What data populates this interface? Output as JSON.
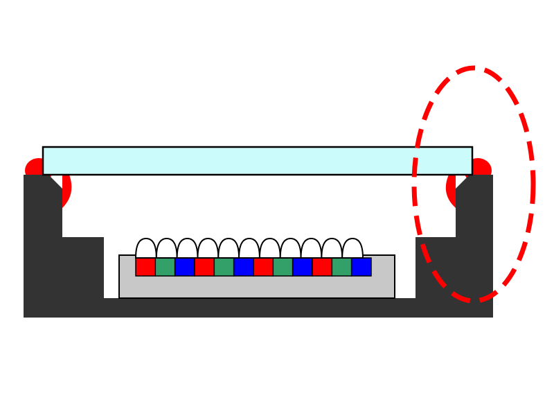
{
  "diagram": {
    "type": "image-sensor-package-cross-section",
    "colors": {
      "background": "#ffffff",
      "package": "#333333",
      "cover_glass": "#ccfbfb",
      "adhesive": "#ff0000",
      "sensor_substrate": "#c8c8c8",
      "microlens": "#ffffff",
      "outline": "#000000",
      "highlight_ring": "#ff0000"
    },
    "color_filter_pattern": [
      {
        "name": "red-filter",
        "color": "#ff0000"
      },
      {
        "name": "green-filter",
        "color": "#33a06a"
      },
      {
        "name": "blue-filter",
        "color": "#0000ff"
      },
      {
        "name": "red-filter",
        "color": "#ff0000"
      },
      {
        "name": "green-filter",
        "color": "#33a06a"
      },
      {
        "name": "blue-filter",
        "color": "#0000ff"
      },
      {
        "name": "red-filter",
        "color": "#ff0000"
      },
      {
        "name": "green-filter",
        "color": "#33a06a"
      },
      {
        "name": "blue-filter",
        "color": "#0000ff"
      },
      {
        "name": "red-filter",
        "color": "#ff0000"
      },
      {
        "name": "green-filter",
        "color": "#33a06a"
      },
      {
        "name": "blue-filter",
        "color": "#0000ff"
      }
    ],
    "microlens_count": 11,
    "highlight": "edge-seal-region"
  }
}
